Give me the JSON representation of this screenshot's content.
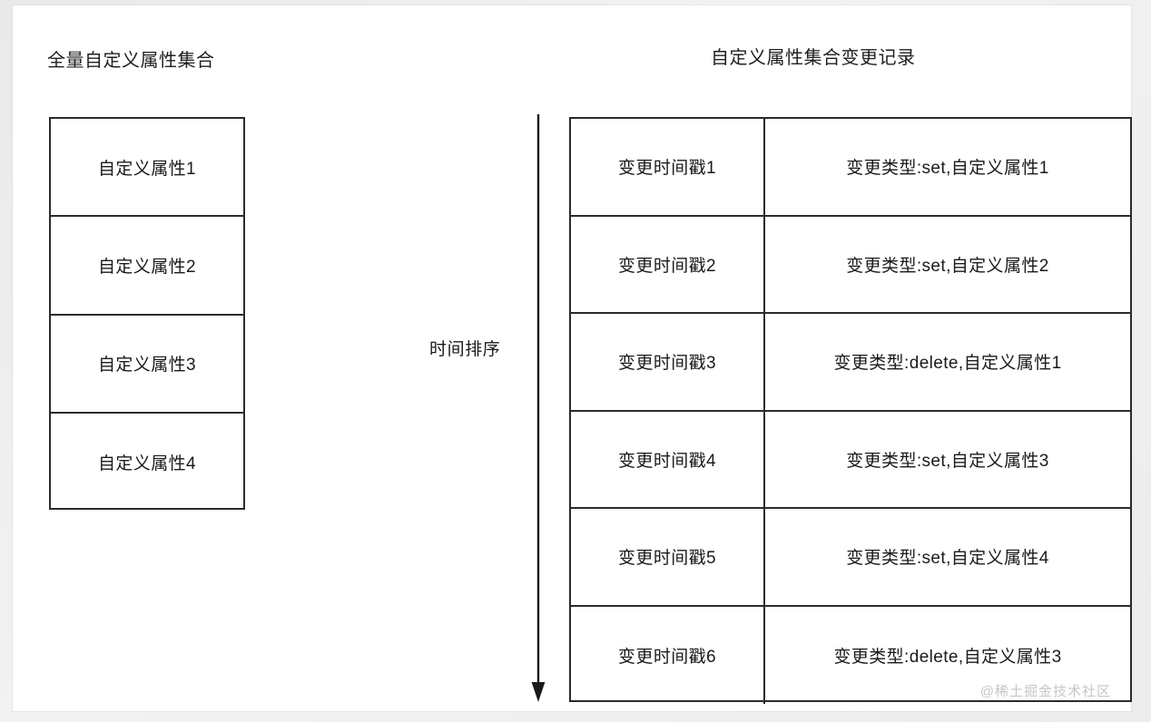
{
  "diagram": {
    "left_panel": {
      "title": "全量自定义属性集合",
      "rows": [
        "自定义属性1",
        "自定义属性2",
        "自定义属性3",
        "自定义属性4"
      ]
    },
    "timeline": {
      "label": "时间排序",
      "direction": "down",
      "arrow_icon": "down-arrow-icon"
    },
    "right_panel": {
      "title": "自定义属性集合变更记录",
      "rows": [
        {
          "timestamp": "变更时间戳1",
          "event": "变更类型:set,自定义属性1"
        },
        {
          "timestamp": "变更时间戳2",
          "event": "变更类型:set,自定义属性2"
        },
        {
          "timestamp": "变更时间戳3",
          "event": "变更类型:delete,自定义属性1"
        },
        {
          "timestamp": "变更时间戳4",
          "event": "变更类型:set,自定义属性3"
        },
        {
          "timestamp": "变更时间戳5",
          "event": "变更类型:set,自定义属性4"
        },
        {
          "timestamp": "变更时间戳6",
          "event": "变更类型:delete,自定义属性3"
        }
      ]
    },
    "watermark": "@稀土掘金技术社区",
    "colors": {
      "line": "#2b2b2b",
      "text": "#1a1a1a",
      "page_background": "#ffffff",
      "watermark": "#c6c6c6"
    }
  }
}
